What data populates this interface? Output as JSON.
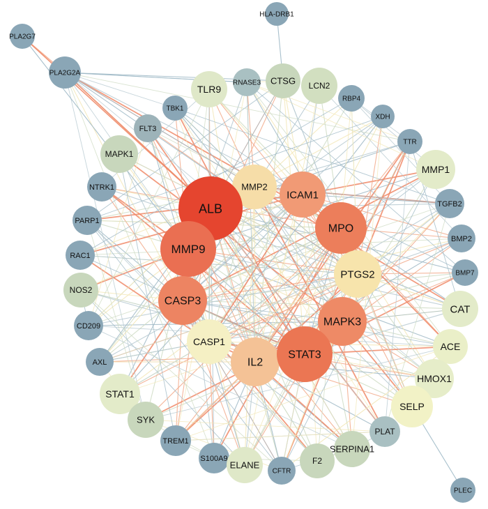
{
  "nodes": [
    {
      "id": "HLA-DRB1",
      "color": "#8aa6b6"
    },
    {
      "id": "PLA2G7",
      "color": "#8aa6b6"
    },
    {
      "id": "PLA2G2A",
      "color": "#8aa6b6"
    },
    {
      "id": "TLR9",
      "color": "#dfe8c8"
    },
    {
      "id": "RNASE3",
      "color": "#a9c0c2"
    },
    {
      "id": "CTSG",
      "color": "#c8d7bc"
    },
    {
      "id": "LCN2",
      "color": "#d2dfc0"
    },
    {
      "id": "RBP4",
      "color": "#8aa6b6"
    },
    {
      "id": "XDH",
      "color": "#8aa6b6"
    },
    {
      "id": "TBK1",
      "color": "#8aa6b6"
    },
    {
      "id": "FLT3",
      "color": "#9db3b9"
    },
    {
      "id": "TTR",
      "color": "#8aa6b6"
    },
    {
      "id": "MAPK1",
      "color": "#c8d7bc"
    },
    {
      "id": "MMP1",
      "color": "#e3ebc9"
    },
    {
      "id": "NTRK1",
      "color": "#8aa6b6"
    },
    {
      "id": "MMP2",
      "color": "#f6dda8"
    },
    {
      "id": "ALB",
      "color": "#e5452f"
    },
    {
      "id": "ICAM1",
      "color": "#f19a75"
    },
    {
      "id": "TGFB2",
      "color": "#8aa6b6"
    },
    {
      "id": "PARP1",
      "color": "#8aa6b6"
    },
    {
      "id": "MPO",
      "color": "#ec7e5b"
    },
    {
      "id": "BMP2",
      "color": "#8aa6b6"
    },
    {
      "id": "MMP9",
      "color": "#ea6f52"
    },
    {
      "id": "RAC1",
      "color": "#8aa6b6"
    },
    {
      "id": "PTGS2",
      "color": "#f7e4ac"
    },
    {
      "id": "BMP7",
      "color": "#8aa6b6"
    },
    {
      "id": "NOS2",
      "color": "#c8d7bc"
    },
    {
      "id": "CASP3",
      "color": "#ed8462"
    },
    {
      "id": "CAT",
      "color": "#e3ebc9"
    },
    {
      "id": "CD209",
      "color": "#8aa6b6"
    },
    {
      "id": "MAPK3",
      "color": "#ee8a66"
    },
    {
      "id": "CASP1",
      "color": "#f5f0c4"
    },
    {
      "id": "ACE",
      "color": "#eaefc8"
    },
    {
      "id": "IL2",
      "color": "#f4c296"
    },
    {
      "id": "STAT3",
      "color": "#eb7653"
    },
    {
      "id": "AXL",
      "color": "#8aa6b6"
    },
    {
      "id": "HMOX1",
      "color": "#e6edc9"
    },
    {
      "id": "STAT1",
      "color": "#e3ebc9"
    },
    {
      "id": "SELP",
      "color": "#f2f2c6"
    },
    {
      "id": "SYK",
      "color": "#c8d7bc"
    },
    {
      "id": "PLAT",
      "color": "#a9c0c2"
    },
    {
      "id": "TREM1",
      "color": "#8aa6b6"
    },
    {
      "id": "SERPINA1",
      "color": "#c8d7bc"
    },
    {
      "id": "S100A9",
      "color": "#8aa6b6"
    },
    {
      "id": "ELANE",
      "color": "#dfe8c8"
    },
    {
      "id": "CFTR",
      "color": "#8aa6b6"
    },
    {
      "id": "F2",
      "color": "#c8d7bc"
    },
    {
      "id": "PLEC",
      "color": "#8aa6b6"
    }
  ]
}
